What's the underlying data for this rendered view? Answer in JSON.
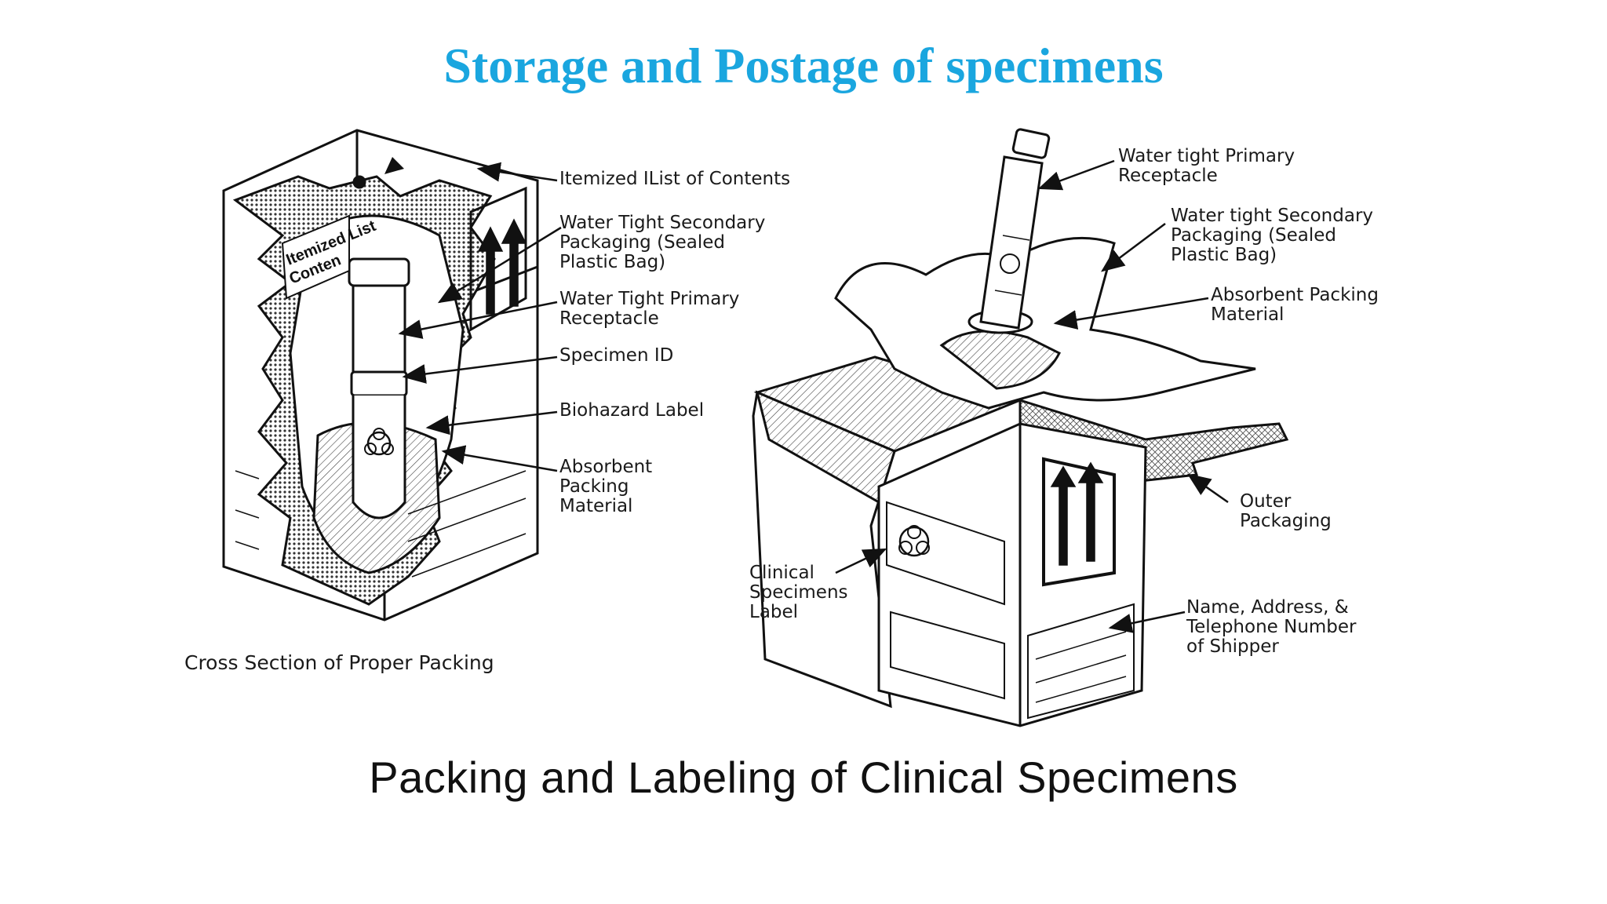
{
  "title": "Storage and Postage of specimens",
  "left_figure": {
    "caption": "Cross Section of Proper Packing",
    "labels": [
      "Itemized IList of Contents",
      "Water Tight Secondary\nPackaging (Sealed\nPlastic Bag)",
      "Water Tight Primary\nReceptacle",
      "Specimen ID",
      "Biohazard Label",
      "Absorbent\nPacking\nMaterial"
    ],
    "box_text": [
      "Itemized List",
      "Conten"
    ]
  },
  "right_figure": {
    "labels": [
      "Water tight Primary\nReceptacle",
      "Water tight Secondary\nPackaging (Sealed\nPlastic Bag)",
      "Absorbent Packing\nMaterial",
      "Outer\nPackaging",
      "Clinical\nSpecimens\nLabel",
      "Name, Address, &\nTelephone Number\nof Shipper"
    ]
  },
  "bottom_caption": "Packing and Labeling of Clinical Specimens"
}
